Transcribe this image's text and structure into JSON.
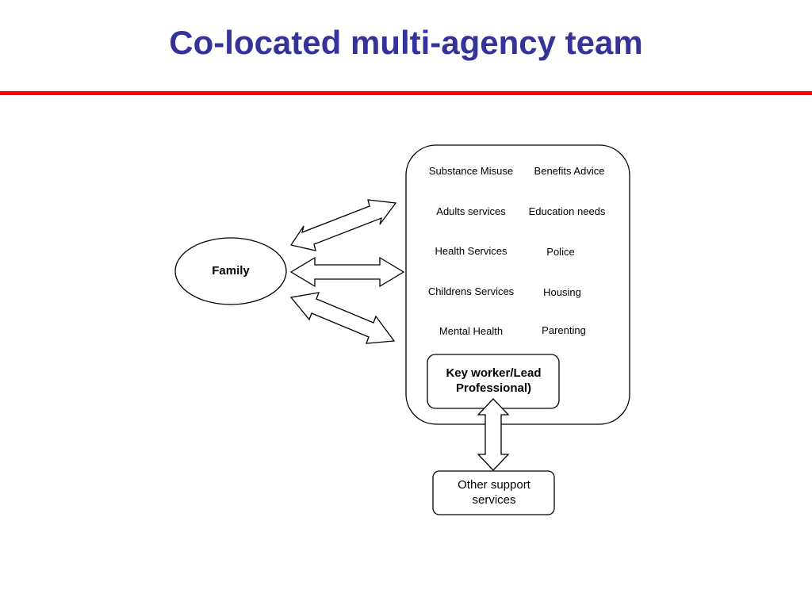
{
  "slide": {
    "title": "Co-located multi-agency team",
    "title_color": "#333399",
    "rule_color": "#ff0000"
  },
  "diagram": {
    "family_label": "Family",
    "team_services": [
      "Substance Misuse",
      "Benefits Advice",
      "Adults services",
      "Education needs",
      "Health Services",
      "Police",
      "Childrens Services",
      "Housing",
      "Mental Health",
      "Parenting"
    ],
    "key_worker_label": "Key worker/Lead Professional)",
    "other_support_label": "Other support services",
    "edges": [
      {
        "from": "family",
        "to": "team",
        "type": "double-arrow"
      },
      {
        "from": "family",
        "to": "team",
        "type": "double-arrow"
      },
      {
        "from": "family",
        "to": "team",
        "type": "double-arrow"
      },
      {
        "from": "key-worker",
        "to": "other-support",
        "type": "double-arrow"
      }
    ]
  }
}
